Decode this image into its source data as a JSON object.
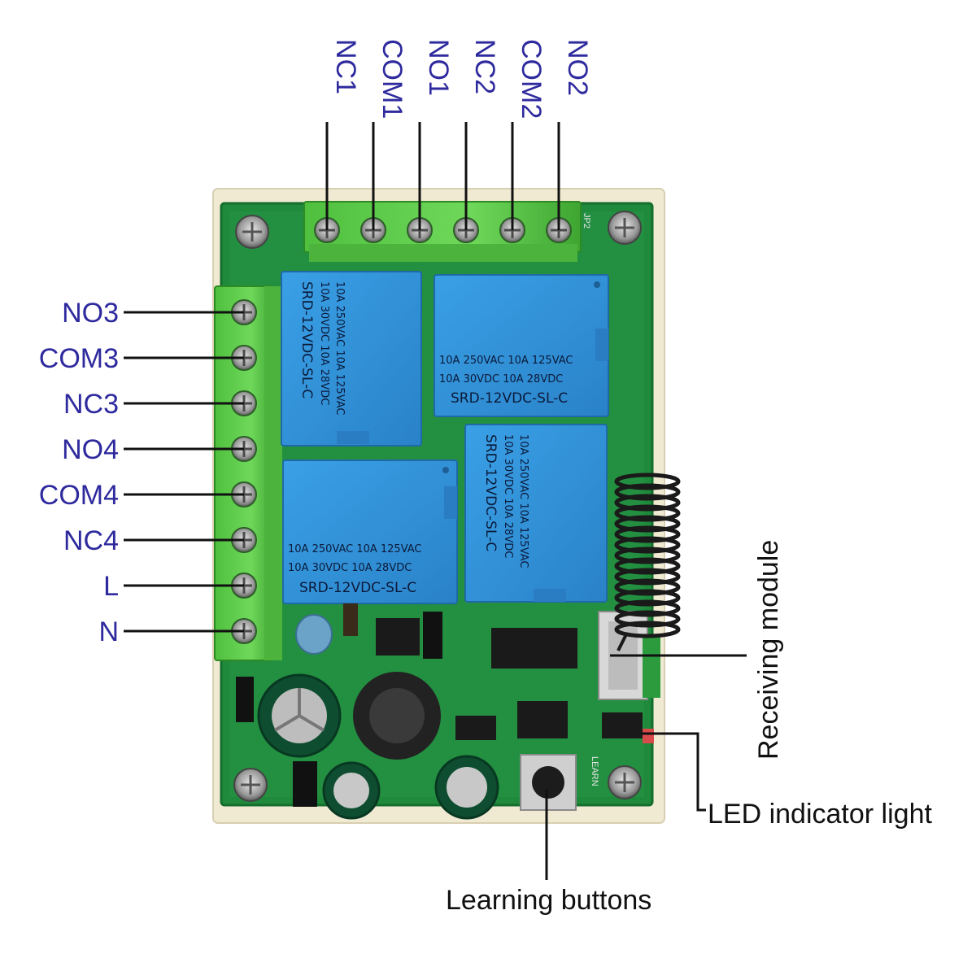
{
  "top_terminals": [
    "NC1",
    "COM1",
    "NO1",
    "NC2",
    "COM2",
    "NO2"
  ],
  "left_terminals": [
    "NO3",
    "COM3",
    "NC3",
    "NO4",
    "COM4",
    "NC4",
    "L",
    "N"
  ],
  "relays": [
    {
      "line1": "10A 250VAC  10A 125VAC",
      "line2": "10A  30VDC  10A  28VDC",
      "model": "SRD-12VDC-SL-C"
    },
    {
      "line1": "10A 250VAC  10A 125VAC",
      "line2": "10A  30VDC  10A  28VDC",
      "model": "SRD-12VDC-SL-C"
    },
    {
      "line1": "10A 250VAC  10A 125VAC",
      "line2": "10A  30VDC  10A  28VDC",
      "model": "SRD-12VDC-SL-C"
    },
    {
      "line1": "10A 250VAC  10A 125VAC",
      "line2": "10A  30VDC  10A  28VDC",
      "model": "SRD-12VDC-SL-C"
    }
  ],
  "callouts": {
    "receiving_module": "Receiving module",
    "led_indicator": "LED indicator light",
    "learning_buttons": "Learning buttons"
  },
  "pcb_labels": {
    "jp2": "JP2",
    "learn": "LEARN"
  },
  "colors": {
    "label_blue": "#2e2a9e",
    "pcb_green": "#1f8a3c",
    "terminal_green": "#5cc94a",
    "relay_blue": "#2f8fd6"
  }
}
